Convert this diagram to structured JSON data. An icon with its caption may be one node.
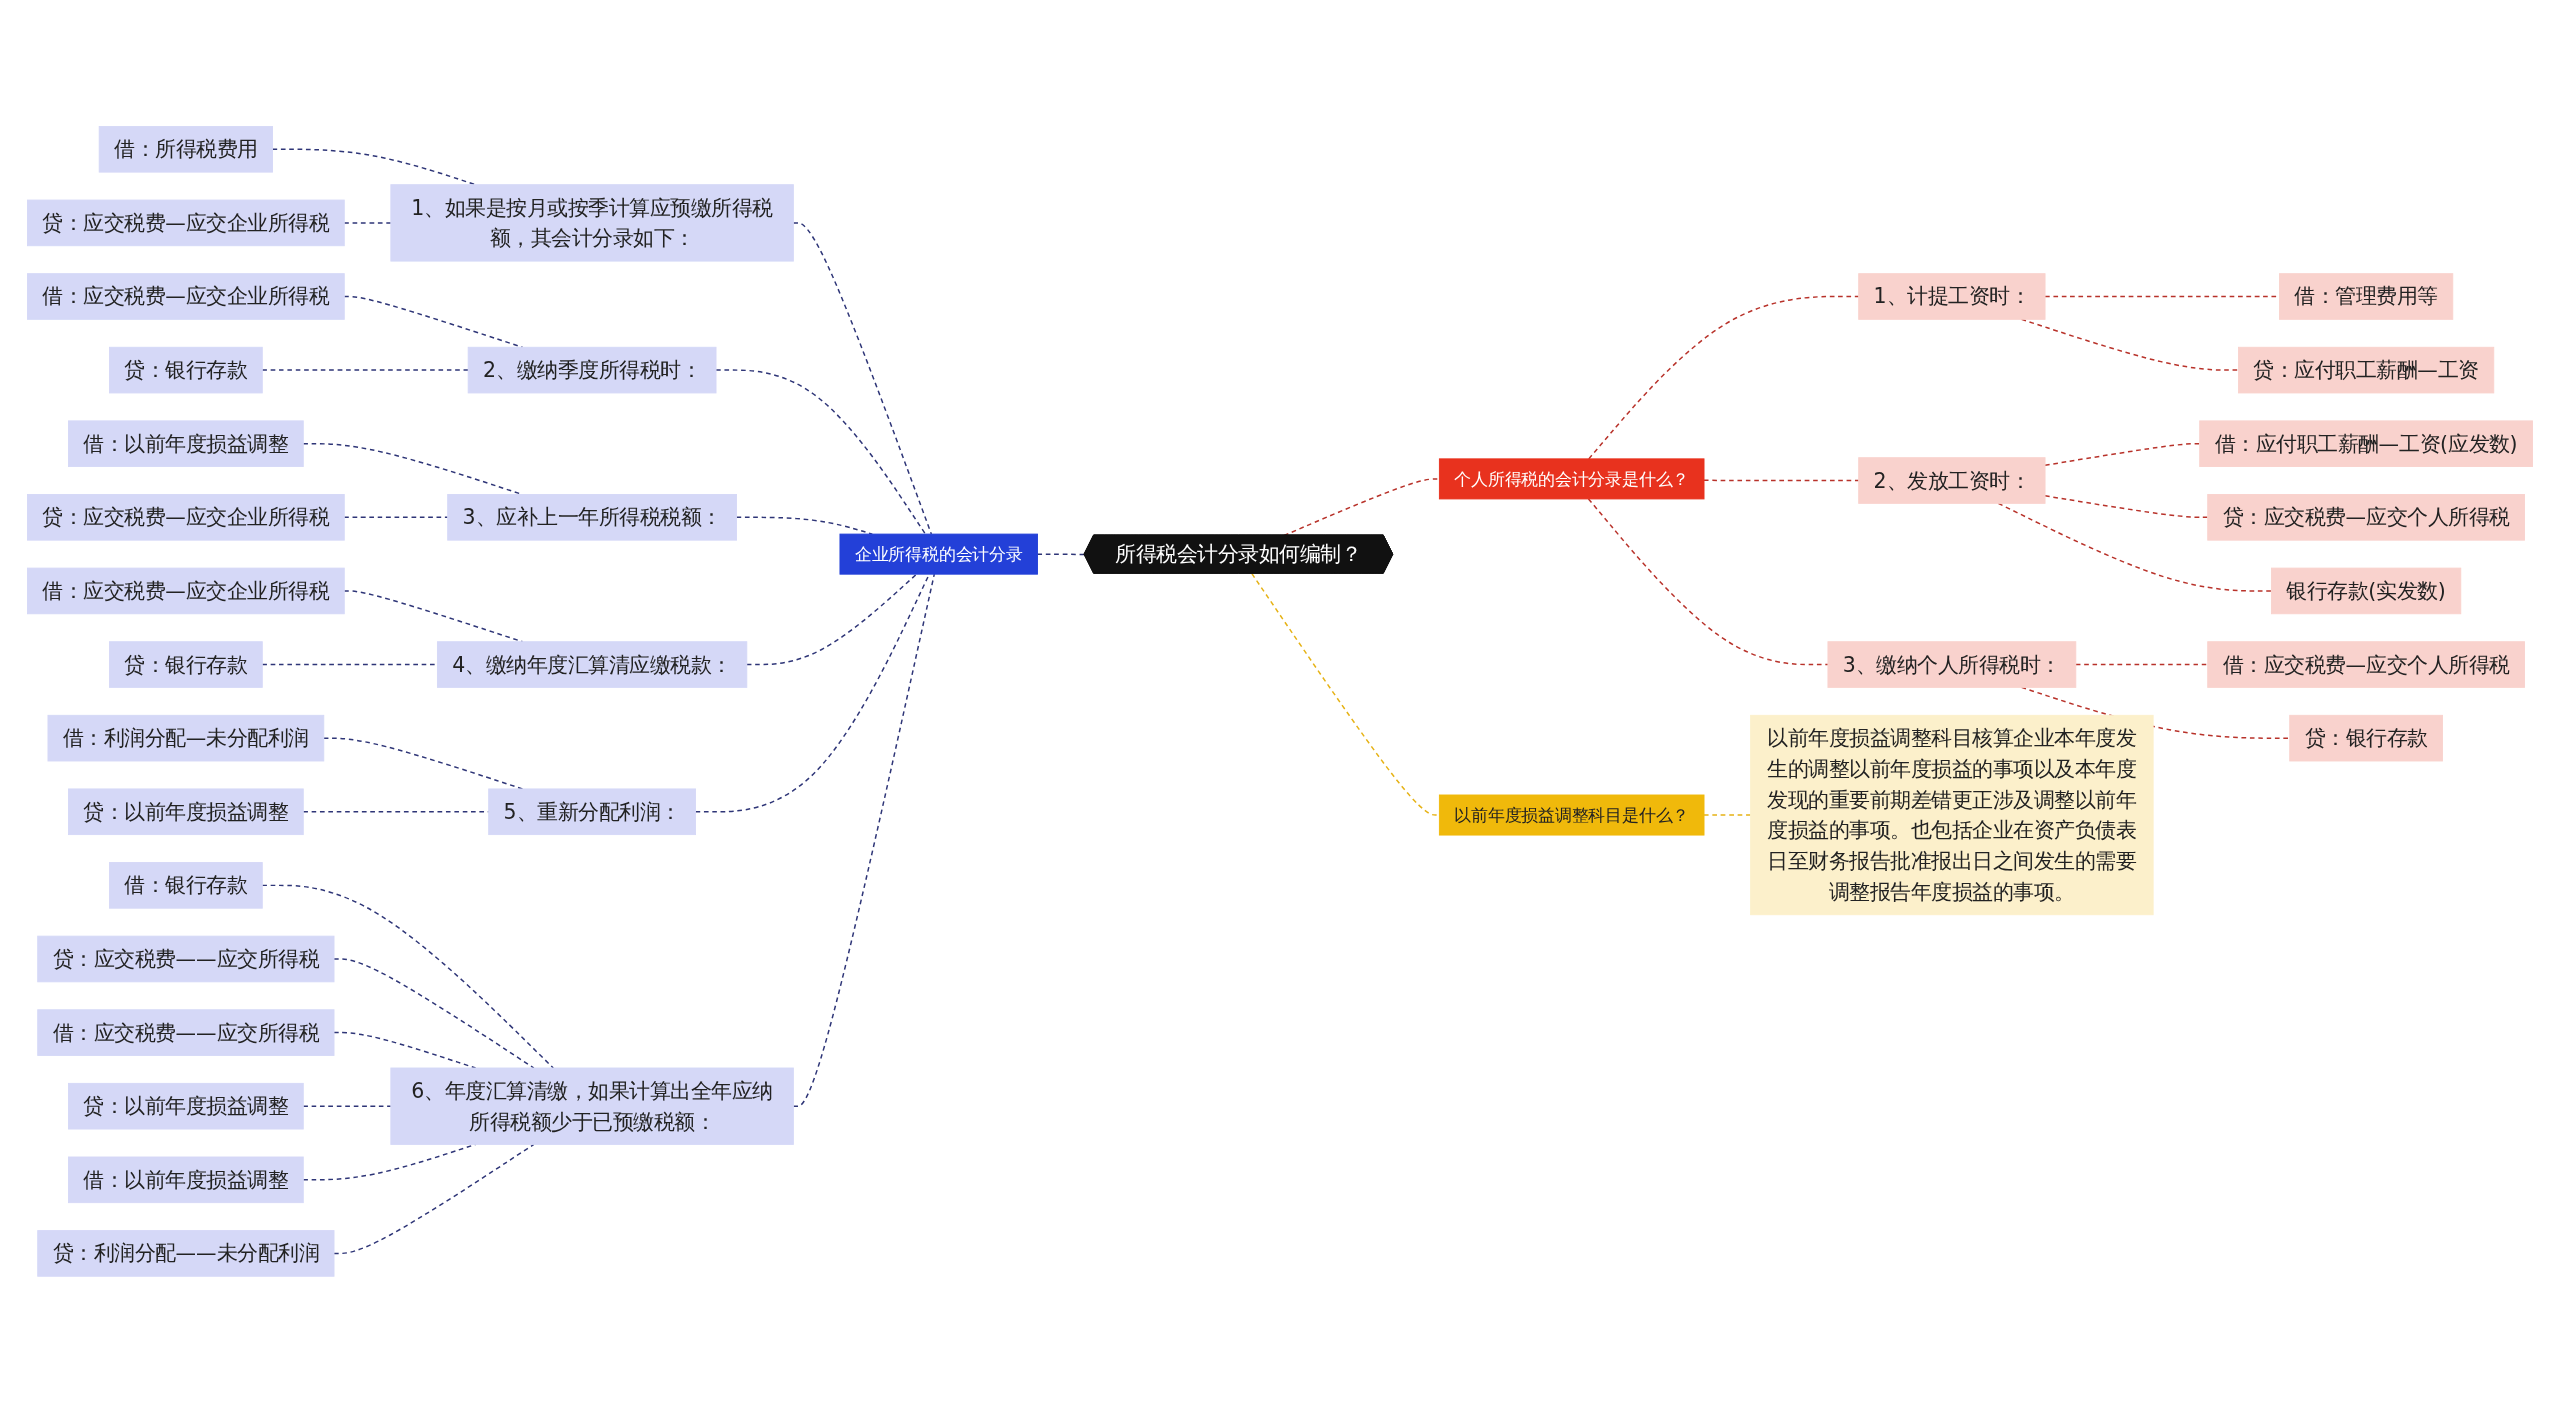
{
  "diagram": {
    "nodes": [
      {
        "text": [
          "所得税会计分录如何编制？"
        ]
      },
      {
        "text": [
          "企业所得税的会计分录"
        ]
      },
      {
        "text": [
          "1、如果是按月或按季计算应预缴所得税额，其会计分录如下："
        ]
      },
      {
        "text": [
          "借：所得税费用"
        ]
      },
      {
        "text": [
          "贷：应交税费—应交企业所得税"
        ]
      },
      {
        "text": [
          "2、缴纳季度所得税时："
        ]
      },
      {
        "text": [
          "借：应交税费—应交企业所得税"
        ]
      },
      {
        "text": [
          "贷：银行存款"
        ]
      },
      {
        "text": [
          "3、应补上一年所得税税额："
        ]
      },
      {
        "text": [
          "借：以前年度损益调整"
        ]
      },
      {
        "text": [
          "贷：应交税费—应交企业所得税"
        ]
      },
      {
        "text": [
          "4、缴纳年度汇算清应缴税款："
        ]
      },
      {
        "text": [
          "借：应交税费—应交企业所得税"
        ]
      },
      {
        "text": [
          "贷：银行存款"
        ]
      },
      {
        "text": [
          "5、重新分配利润："
        ]
      },
      {
        "text": [
          "借：利润分配—未分配利润"
        ]
      },
      {
        "text": [
          "贷：以前年度损益调整"
        ]
      },
      {
        "text": [
          "6、年度汇算清缴，如果计算出全年应纳所得税额少于已预缴税额："
        ]
      },
      {
        "text": [
          "借：银行存款"
        ]
      },
      {
        "text": [
          "贷：应交税费——应交所得税"
        ]
      },
      {
        "text": [
          "借：应交税费——应交所得税"
        ]
      },
      {
        "text": [
          "贷：以前年度损益调整"
        ]
      },
      {
        "text": [
          "借：以前年度损益调整"
        ]
      },
      {
        "text": [
          "贷：利润分配——未分配利润"
        ]
      },
      {
        "text": [
          "个人所得税的会计分录是什么？"
        ]
      },
      {
        "text": [
          "1、计提工资时："
        ]
      },
      {
        "text": [
          "借：管理费用等"
        ]
      },
      {
        "text": [
          "贷：应付职工薪酬—工资"
        ]
      },
      {
        "text": [
          "2、发放工资时："
        ]
      },
      {
        "text": [
          "借：应付职工薪酬—工资(应发数)"
        ]
      },
      {
        "text": [
          "贷：应交税费—应交个人所得税"
        ]
      },
      {
        "text": [
          "银行存款(实发数)"
        ]
      },
      {
        "text": [
          "3、缴纳个人所得税时："
        ]
      },
      {
        "text": [
          "借：应交税费—应交个人所得税"
        ]
      },
      {
        "text": [
          "贷：银行存款"
        ]
      },
      {
        "text": [
          "以前年度损益调整科目是什么？"
        ]
      },
      {
        "text": [
          "以前年度损益调整科目核算企业本年度发生的调整以前年度损益的事项以及本年度发现的重要前期差错更正涉及调整以前年度损益的事项。也包括企业在资产负债表日至财务报告批准报出日之间发生的需要调整报告年度损益的事项。"
        ]
      }
    ],
    "edges": [
      {
        "from": 1,
        "to": 0,
        "arrow": "none",
        "style": "dashed"
      },
      {
        "from": 2,
        "to": 1,
        "arrow": "none",
        "style": "dashed"
      },
      {
        "from": 3,
        "to": 2,
        "arrow": "none",
        "style": "dashed"
      },
      {
        "from": 4,
        "to": 2,
        "arrow": "none",
        "style": "dashed"
      },
      {
        "from": 5,
        "to": 1,
        "arrow": "none",
        "style": "dashed"
      },
      {
        "from": 6,
        "to": 5,
        "arrow": "none",
        "style": "dashed"
      },
      {
        "from": 7,
        "to": 5,
        "arrow": "none",
        "style": "dashed"
      },
      {
        "from": 8,
        "to": 1,
        "arrow": "none",
        "style": "dashed"
      },
      {
        "from": 9,
        "to": 8,
        "arrow": "none",
        "style": "dashed"
      },
      {
        "from": 10,
        "to": 8,
        "arrow": "none",
        "style": "dashed"
      },
      {
        "from": 11,
        "to": 1,
        "arrow": "none",
        "style": "dashed"
      },
      {
        "from": 12,
        "to": 11,
        "arrow": "none",
        "style": "dashed"
      },
      {
        "from": 13,
        "to": 11,
        "arrow": "none",
        "style": "dashed"
      },
      {
        "from": 14,
        "to": 1,
        "arrow": "none",
        "style": "dashed"
      },
      {
        "from": 15,
        "to": 14,
        "arrow": "none",
        "style": "dashed"
      },
      {
        "from": 16,
        "to": 14,
        "arrow": "none",
        "style": "dashed"
      },
      {
        "from": 17,
        "to": 1,
        "arrow": "none",
        "style": "dashed"
      },
      {
        "from": 18,
        "to": 17,
        "arrow": "none",
        "style": "dashed"
      },
      {
        "from": 19,
        "to": 17,
        "arrow": "none",
        "style": "dashed"
      },
      {
        "from": 20,
        "to": 17,
        "arrow": "none",
        "style": "dashed"
      },
      {
        "from": 21,
        "to": 17,
        "arrow": "none",
        "style": "dashed"
      },
      {
        "from": 22,
        "to": 17,
        "arrow": "none",
        "style": "dashed"
      },
      {
        "from": 23,
        "to": 17,
        "arrow": "none",
        "style": "dashed"
      },
      {
        "from": 0,
        "to": 24,
        "arrow": "none",
        "style": "dashed",
        "color": "#b8322a"
      },
      {
        "from": 24,
        "to": 25,
        "arrow": "none",
        "style": "dashed",
        "color": "#b8322a"
      },
      {
        "from": 25,
        "to": 26,
        "arrow": "none",
        "style": "dashed",
        "color": "#b8322a"
      },
      {
        "from": 25,
        "to": 27,
        "arrow": "none",
        "style": "dashed",
        "color": "#b8322a"
      },
      {
        "from": 24,
        "to": 28,
        "arrow": "none",
        "style": "dashed",
        "color": "#b8322a"
      },
      {
        "from": 28,
        "to": 29,
        "arrow": "none",
        "style": "dashed",
        "color": "#b8322a"
      },
      {
        "from": 28,
        "to": 30,
        "arrow": "none",
        "style": "dashed",
        "color": "#b8322a"
      },
      {
        "from": 28,
        "to": 31,
        "arrow": "none",
        "style": "dashed",
        "color": "#b8322a"
      },
      {
        "from": 24,
        "to": 32,
        "arrow": "none",
        "style": "dashed",
        "color": "#b8322a"
      },
      {
        "from": 32,
        "to": 33,
        "arrow": "none",
        "style": "dashed",
        "color": "#b8322a"
      },
      {
        "from": 32,
        "to": 34,
        "arrow": "none",
        "style": "dashed",
        "color": "#b8322a"
      },
      {
        "from": 0,
        "to": 35,
        "arrow": "none",
        "style": "dashed",
        "color": "#e6b215"
      },
      {
        "from": 35,
        "to": 36,
        "arrow": "none",
        "style": "dashed",
        "color": "#e6b215"
      }
    ]
  }
}
